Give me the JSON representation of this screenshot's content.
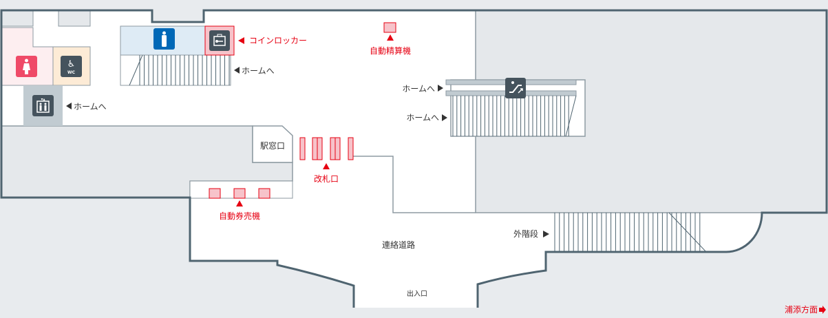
{
  "labels": {
    "coin_locker": "コインロッカー",
    "fare_adjust": "自動精算機",
    "to_platform_1": "ホームへ",
    "to_platform_2": "ホームへ",
    "to_platform_3": "ホームへ",
    "to_platform_4": "ホームへ",
    "ticket_window": "駅窓口",
    "ticket_gate": "改札口",
    "ticket_machine": "自動券売機",
    "corridor": "連絡道路",
    "outside_stairs": "外階段",
    "entrance": "出入口",
    "direction": "浦添方面"
  },
  "icons": [
    "mens-restroom-icon",
    "womens-restroom-icon",
    "accessible-wc-icon",
    "elevator-icon",
    "coin-locker-icon",
    "escalator-icon"
  ],
  "colors": {
    "wall": "#4f6470",
    "accent": "#e60012",
    "gate": "#f7c3ca",
    "mens": "#0068b7",
    "womens": "#ef4a68",
    "icon_dark": "#45535d"
  }
}
